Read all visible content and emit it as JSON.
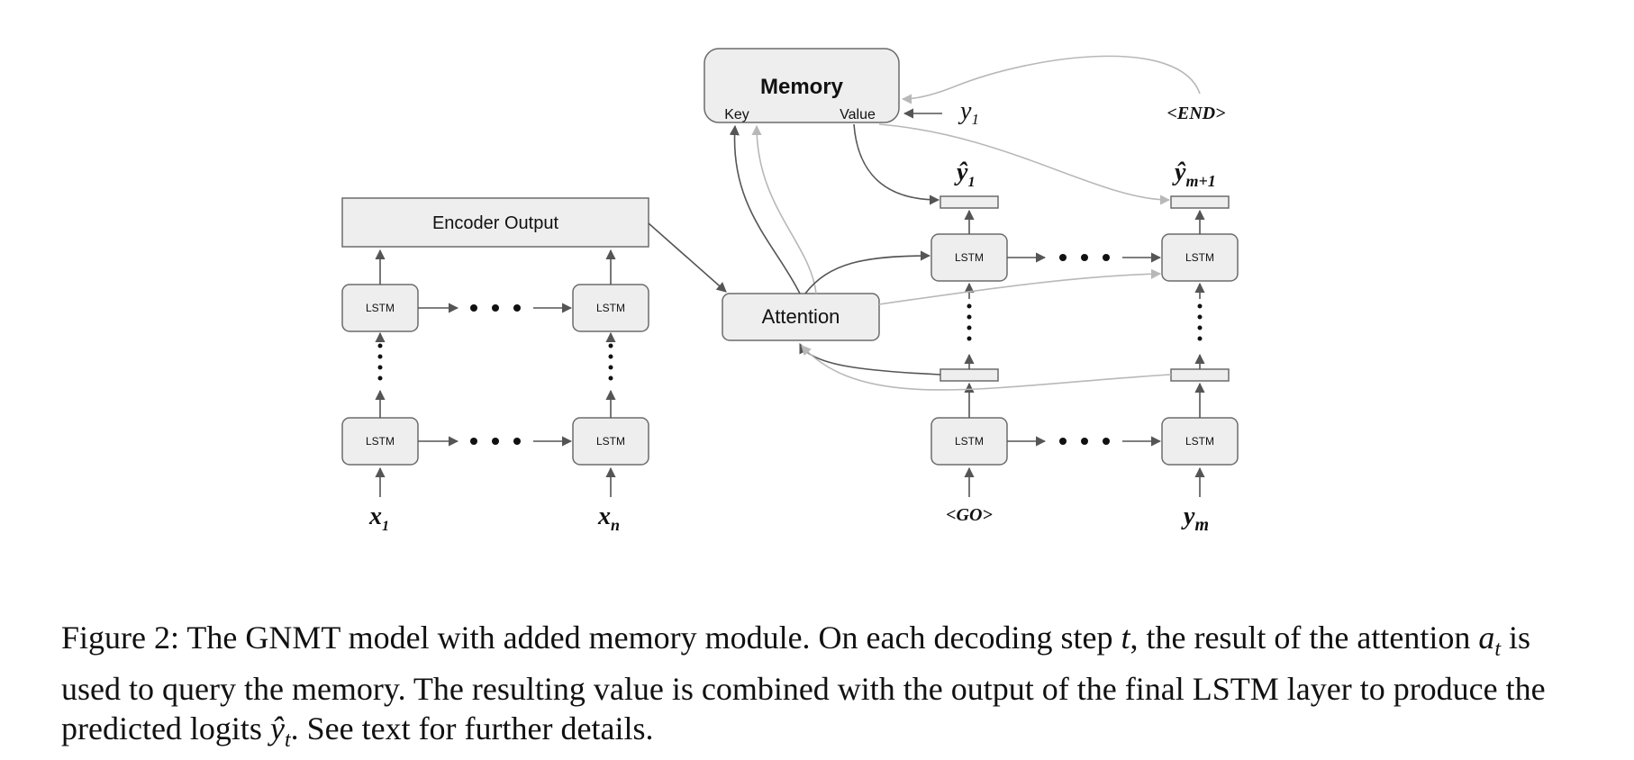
{
  "diagram": {
    "memory": {
      "title": "Memory",
      "key_label": "Key",
      "value_label": "Value"
    },
    "encoder_output": "Encoder Output",
    "attention": "Attention",
    "lstm_label": "LSTM",
    "inputs": {
      "x1": "x",
      "x1_sub": "1",
      "xn": "x",
      "xn_sub": "n",
      "go": "<GO>",
      "ym": "y",
      "ym_sub": "m"
    },
    "outputs": {
      "y1hat": "ŷ",
      "y1hat_sub": "1",
      "ym1hat": "ŷ",
      "ym1hat_sub": "m+1"
    },
    "memory_input": {
      "y": "y",
      "sub": "1"
    },
    "end_token": "<END>"
  },
  "caption": {
    "label": "Figure 2:",
    "part1": " The GNMT model with added memory module. On each decoding step ",
    "var_t": "t",
    "part2": ", the result of the attention ",
    "var_a": "a",
    "var_a_sub": "t",
    "part3": " is used to query the memory. The resulting value is combined with the output of the final LSTM layer to produce the predicted logits ",
    "var_y": "ŷ",
    "var_y_sub": "t",
    "part4": ". See text for further details."
  }
}
